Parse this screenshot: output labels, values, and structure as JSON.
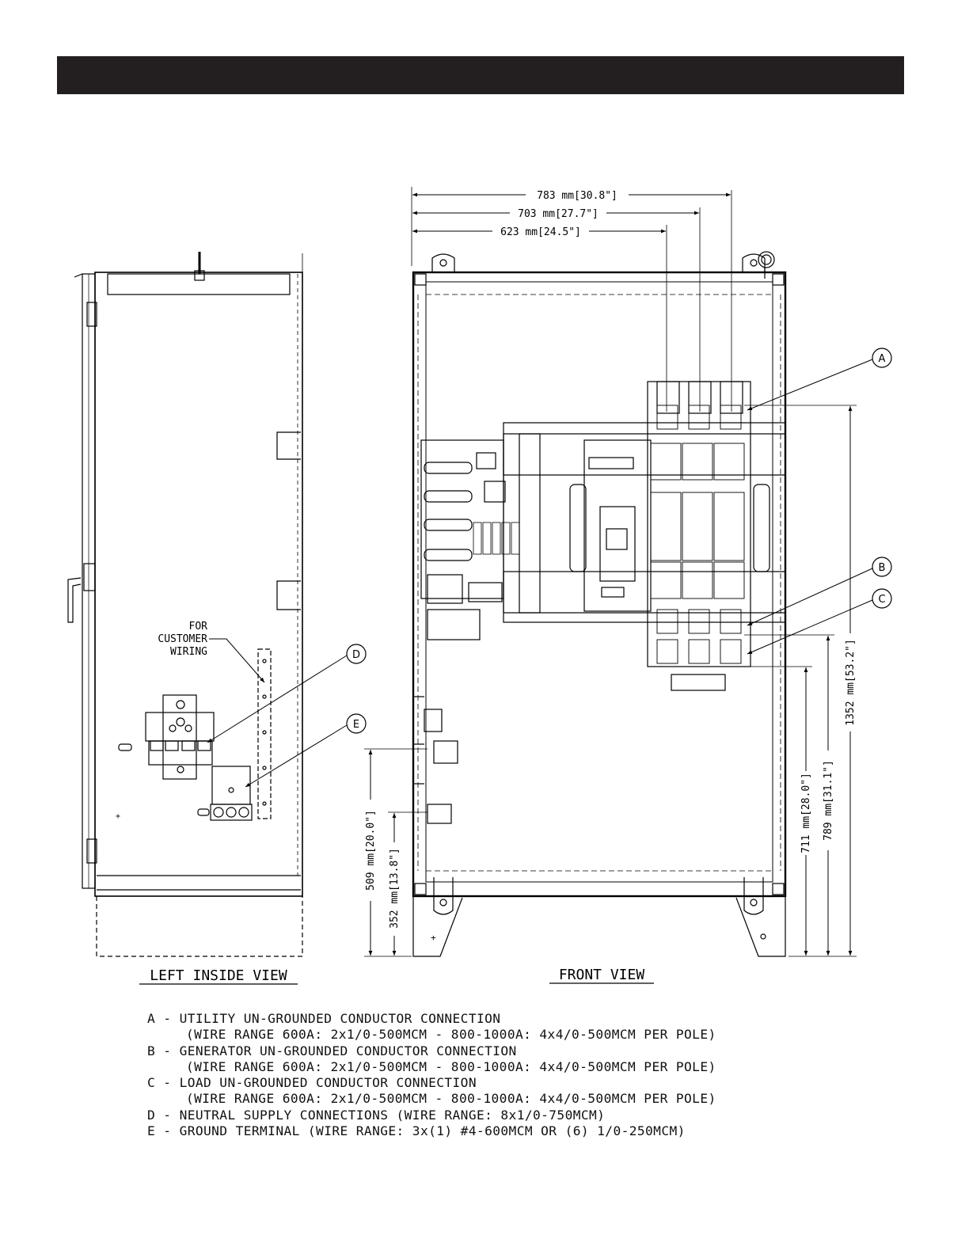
{
  "dimensions": {
    "width_783": "783 mm[30.8\"]",
    "width_703": "703 mm[27.7\"]",
    "width_623": "623 mm[24.5\"]",
    "height_1352": "1352 mm[53.2\"]",
    "height_789": "789 mm[31.1\"]",
    "height_711": "711 mm[28.0\"]",
    "height_509": "509 mm[20.0\"]",
    "height_352": "352 mm[13.8\"]"
  },
  "callouts": {
    "a": "A",
    "b": "B",
    "c": "C",
    "d": "D",
    "e": "E"
  },
  "note": {
    "line1": "FOR",
    "line2": "CUSTOMER",
    "line3": "WIRING"
  },
  "views": {
    "left": "LEFT INSIDE VIEW",
    "front": "FRONT VIEW"
  },
  "legend": [
    {
      "text": "A - UTILITY UN-GROUNDED CONDUCTOR CONNECTION",
      "cont": "(WIRE RANGE 600A: 2x1/0-500MCM - 800-1000A: 4x4/0-500MCM PER POLE)"
    },
    {
      "text": "B - GENERATOR UN-GROUNDED CONDUCTOR CONNECTION",
      "cont": "(WIRE RANGE 600A: 2x1/0-500MCM - 800-1000A: 4x4/0-500MCM PER POLE)"
    },
    {
      "text": "C - LOAD UN-GROUNDED CONDUCTOR CONNECTION",
      "cont": "(WIRE RANGE 600A: 2x1/0-500MCM - 800-1000A: 4x4/0-500MCM PER POLE)"
    },
    {
      "text": "D - NEUTRAL SUPPLY CONNECTIONS (WIRE RANGE: 8x1/0-750MCM)",
      "cont": ""
    },
    {
      "text": "E - GROUND TERMINAL (WIRE RANGE: 3x(1) #4-600MCM OR (6) 1/0-250MCM)",
      "cont": ""
    }
  ]
}
